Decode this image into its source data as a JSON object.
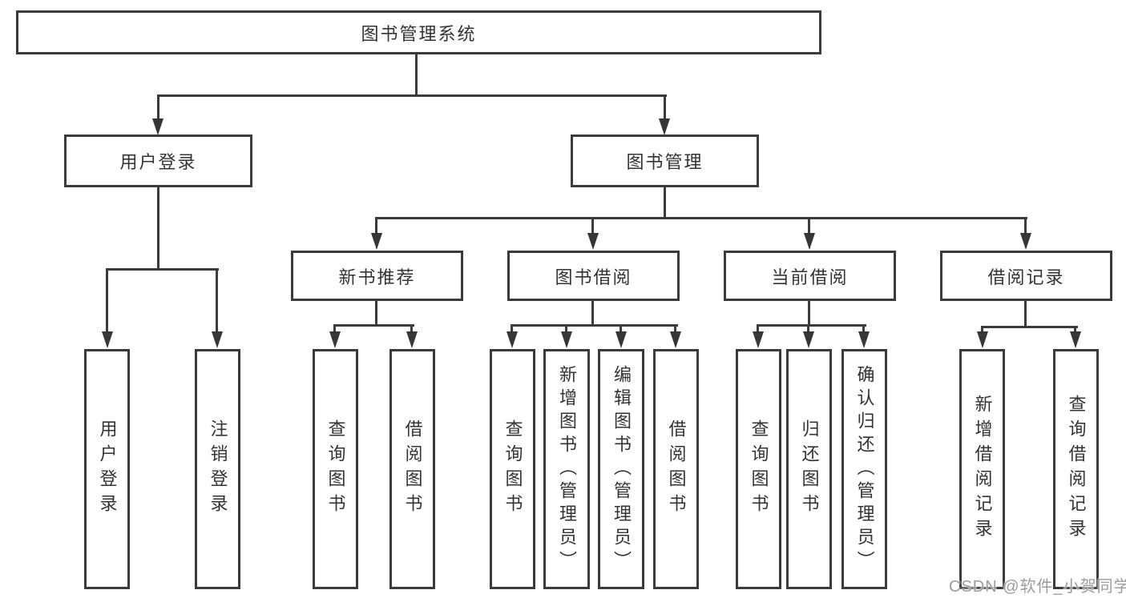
{
  "diagram": {
    "title": "图书管理系统",
    "colors": {
      "background": "#ffffff",
      "line": "#3b3b3b",
      "box_border": "#3b3b3b",
      "text": "#333333",
      "watermark": "#9c9c9c"
    },
    "nodes": {
      "root": {
        "label": "图书管理系统"
      },
      "user_login": {
        "label": "用户登录"
      },
      "book_management": {
        "label": "图书管理"
      },
      "new_book_recommend": {
        "label": "新书推荐"
      },
      "book_borrowing": {
        "label": "图书借阅"
      },
      "current_borrowing": {
        "label": "当前借阅"
      },
      "borrowing_records": {
        "label": "借阅记录"
      },
      "leaf_user_login": {
        "label": "用户登录"
      },
      "leaf_logout": {
        "label": "注销登录"
      },
      "leaf_query_books_1": {
        "label": "查询图书"
      },
      "leaf_borrow_books_1": {
        "label": "借阅图书"
      },
      "leaf_query_books_2": {
        "label": "查询图书"
      },
      "leaf_add_books_admin": {
        "label": "新增图书（管理员）"
      },
      "leaf_edit_books_admin": {
        "label": "编辑图书（管理员）"
      },
      "leaf_borrow_books_2": {
        "label": "借阅图书"
      },
      "leaf_query_books_3": {
        "label": "查询图书"
      },
      "leaf_return_books": {
        "label": "归还图书"
      },
      "leaf_confirm_return_admin": {
        "label": "确认归还（管理员）"
      },
      "leaf_add_borrow_record": {
        "label": "新增借阅记录"
      },
      "leaf_query_borrow_record": {
        "label": "查询借阅记录"
      }
    }
  },
  "watermark": {
    "text": "CSDN @软件_小贺同学"
  }
}
